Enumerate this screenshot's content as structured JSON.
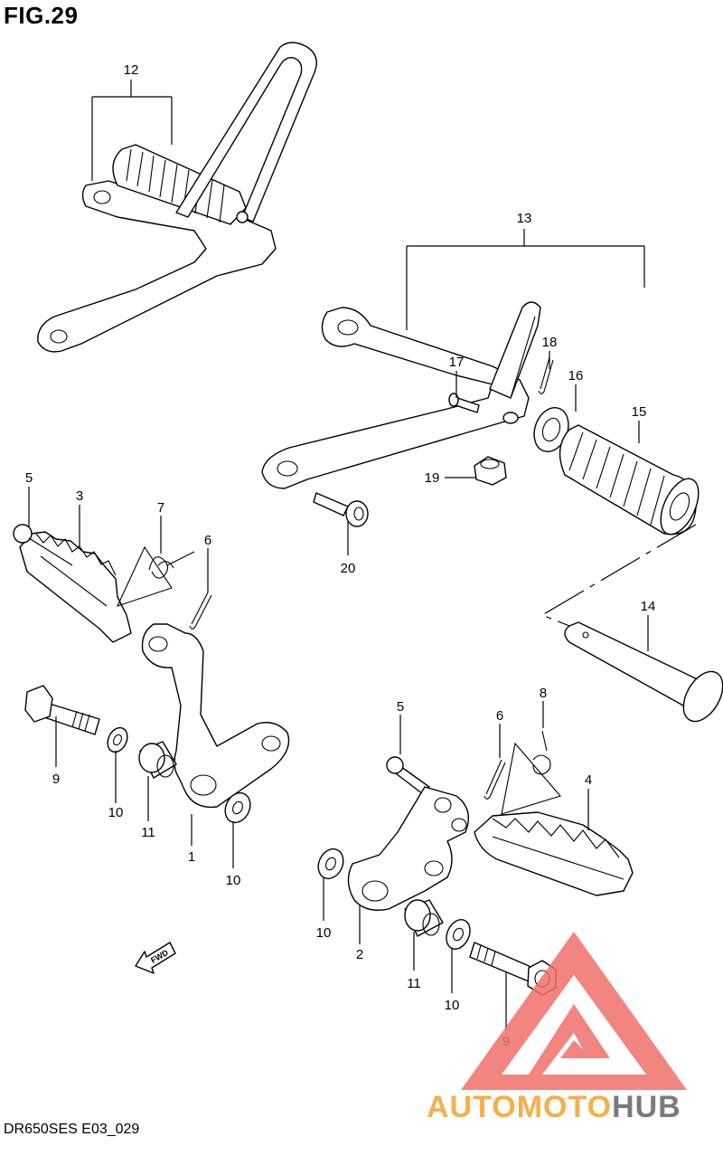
{
  "figure": {
    "title": "FIG.29",
    "code": "DR650SES E03_029",
    "fwd_label": "FWD"
  },
  "parts": [
    {
      "id": "p12",
      "number": "12"
    },
    {
      "id": "p13",
      "number": "13"
    },
    {
      "id": "p14",
      "number": "14"
    },
    {
      "id": "p15",
      "number": "15"
    },
    {
      "id": "p16",
      "number": "16"
    },
    {
      "id": "p17",
      "number": "17"
    },
    {
      "id": "p18",
      "number": "18"
    },
    {
      "id": "p19",
      "number": "19"
    },
    {
      "id": "p20",
      "number": "20"
    },
    {
      "id": "p5a",
      "number": "5"
    },
    {
      "id": "p3",
      "number": "3"
    },
    {
      "id": "p7",
      "number": "7"
    },
    {
      "id": "p6a",
      "number": "6"
    },
    {
      "id": "p9a",
      "number": "9"
    },
    {
      "id": "p10a",
      "number": "10"
    },
    {
      "id": "p11a",
      "number": "11"
    },
    {
      "id": "p1",
      "number": "1"
    },
    {
      "id": "p10b",
      "number": "10"
    },
    {
      "id": "p5b",
      "number": "5"
    },
    {
      "id": "p6b",
      "number": "6"
    },
    {
      "id": "p8",
      "number": "8"
    },
    {
      "id": "p4",
      "number": "4"
    },
    {
      "id": "p10c",
      "number": "10"
    },
    {
      "id": "p2",
      "number": "2"
    },
    {
      "id": "p11b",
      "number": "11"
    },
    {
      "id": "p10d",
      "number": "10"
    },
    {
      "id": "p9b",
      "number": "9"
    }
  ],
  "watermark": {
    "brand_a": "AUTOMOTO",
    "brand_b": "HUB",
    "accent_color": "#f0706a",
    "text_color_a": "#f5b04a",
    "text_color_b": "#7a7a7a"
  }
}
